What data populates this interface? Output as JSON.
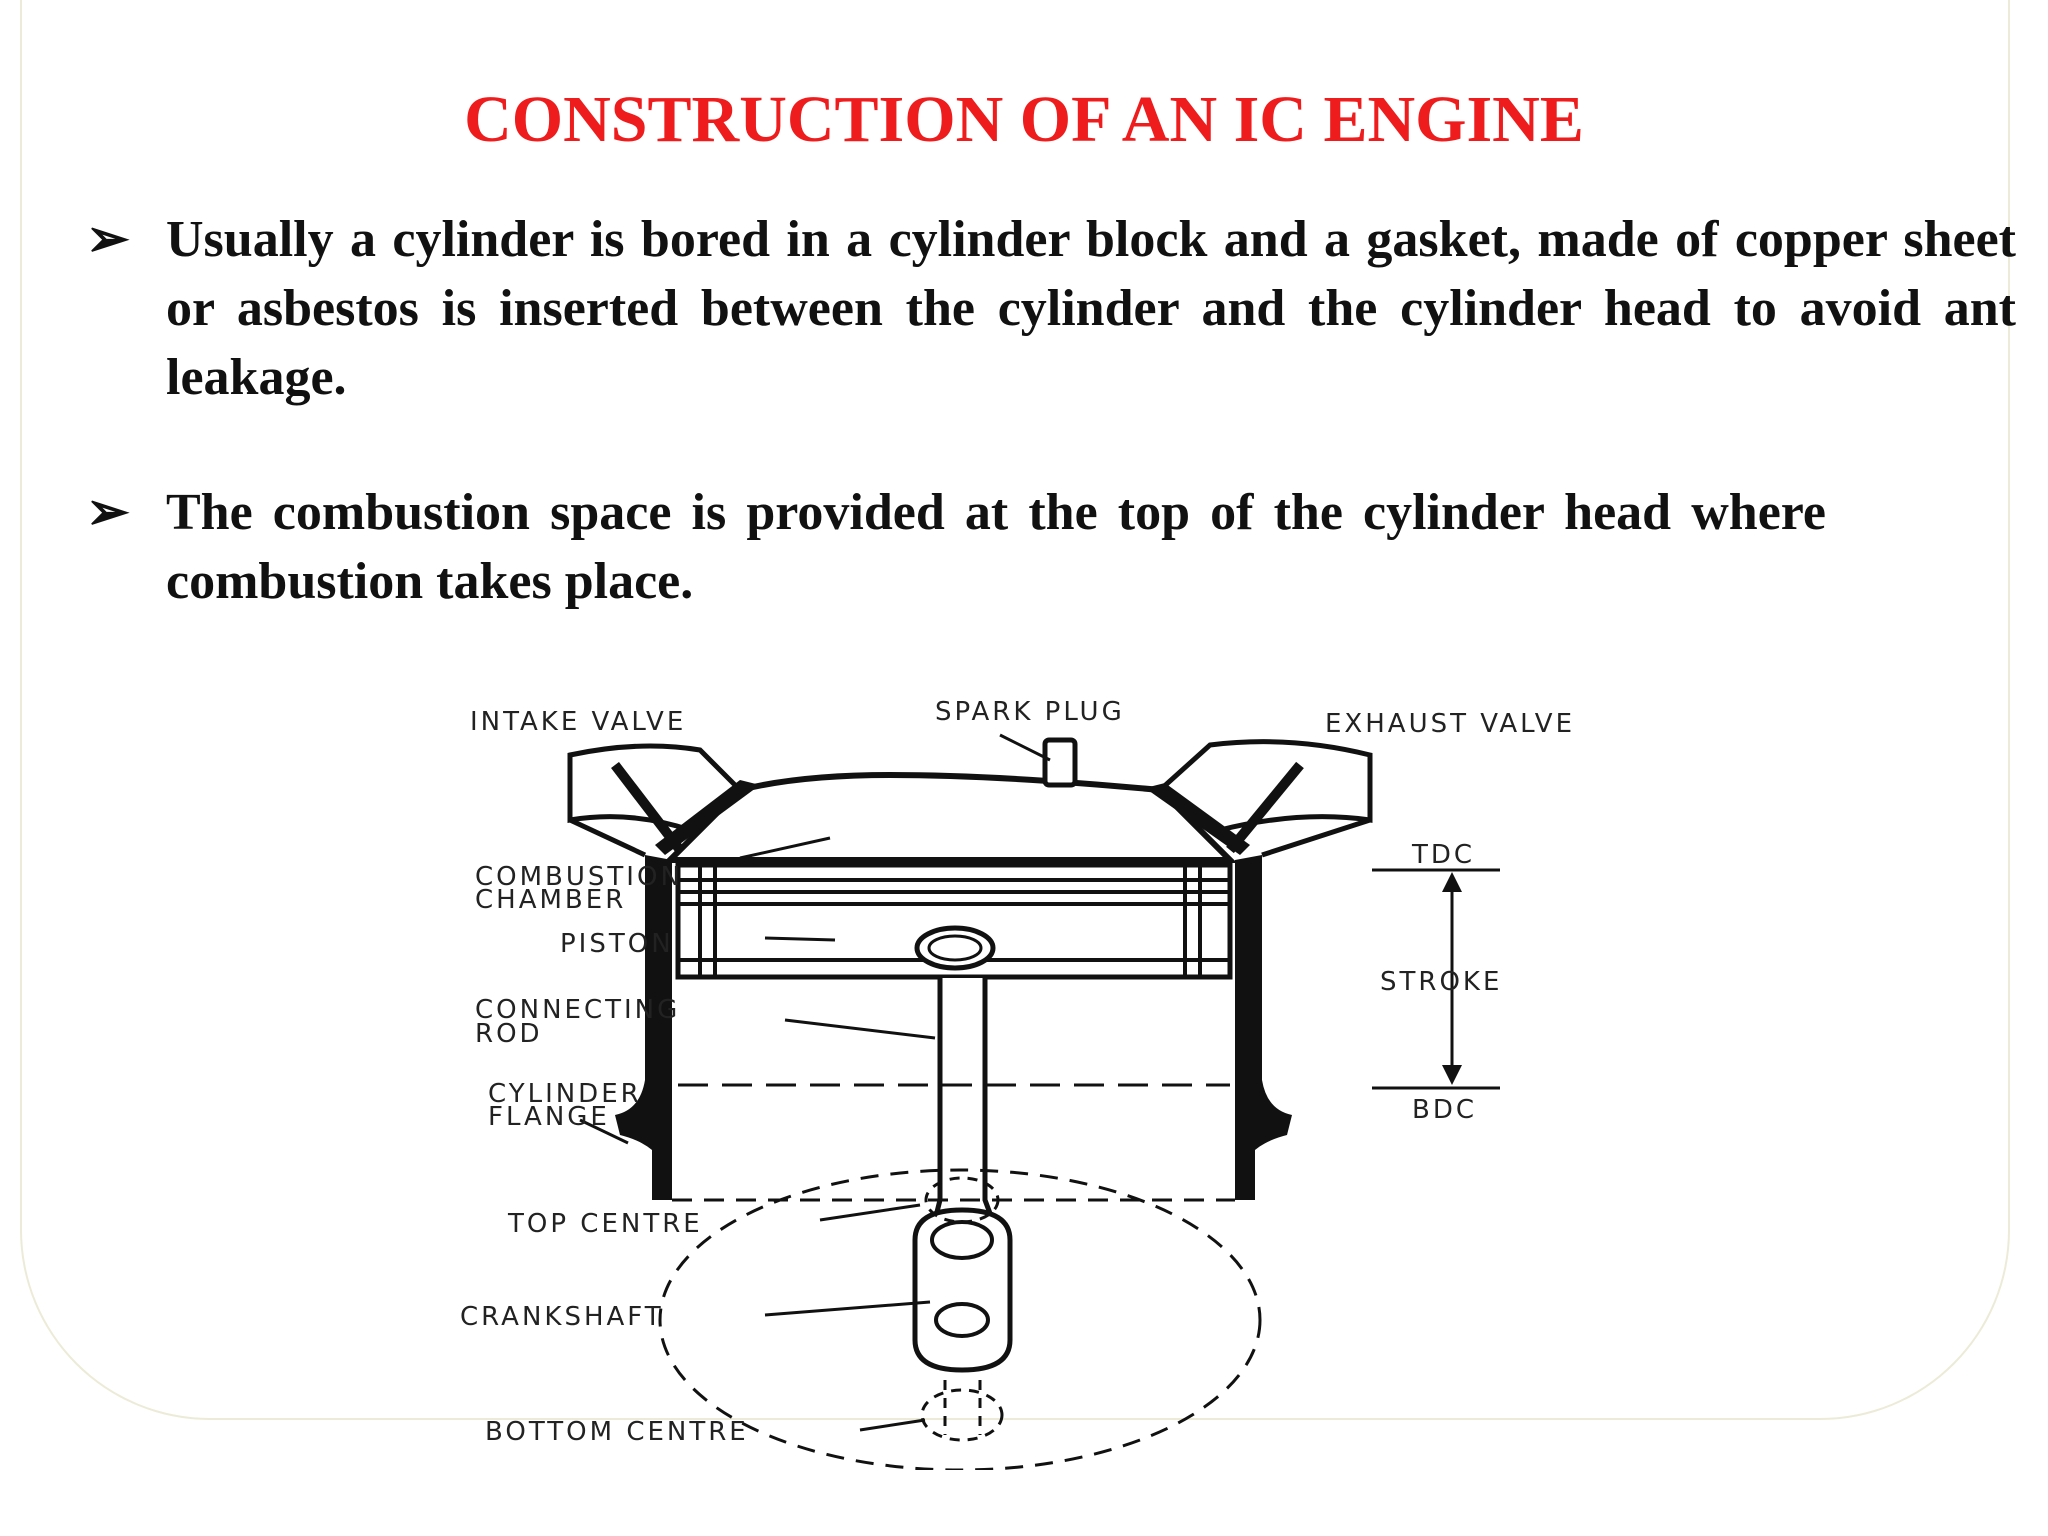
{
  "title": "CONSTRUCTION OF AN IC ENGINE",
  "bullets": [
    {
      "marker": "➢",
      "text": "Usually a cylinder is bored in a cylinder block and a gasket, made of copper  sheet or asbestos is inserted between the cylinder and the cylinder head to avoid ant leakage."
    },
    {
      "marker": "➢",
      "text": "The combustion space is provided at the top of the cylinder head where combustion takes place."
    }
  ],
  "diagram": {
    "labels": {
      "intake_valve": "INTAKE VALVE",
      "spark_plug": "SPARK PLUG",
      "exhaust_valve": "EXHAUST VALVE",
      "combustion_chamber_1": "COMBUSTION",
      "combustion_chamber_2": "CHAMBER",
      "piston": "PISTON",
      "connecting_rod_1": "CONNECTING",
      "connecting_rod_2": "ROD",
      "cylinder_flange_1": "CYLINDER",
      "cylinder_flange_2": "FLANGE",
      "top_centre": "TOP CENTRE",
      "crankshaft": "CRANKSHAFT",
      "bottom_centre": "BOTTOM CENTRE",
      "tdc": "TDC",
      "stroke": "STROKE",
      "bdc": "BDC"
    }
  }
}
